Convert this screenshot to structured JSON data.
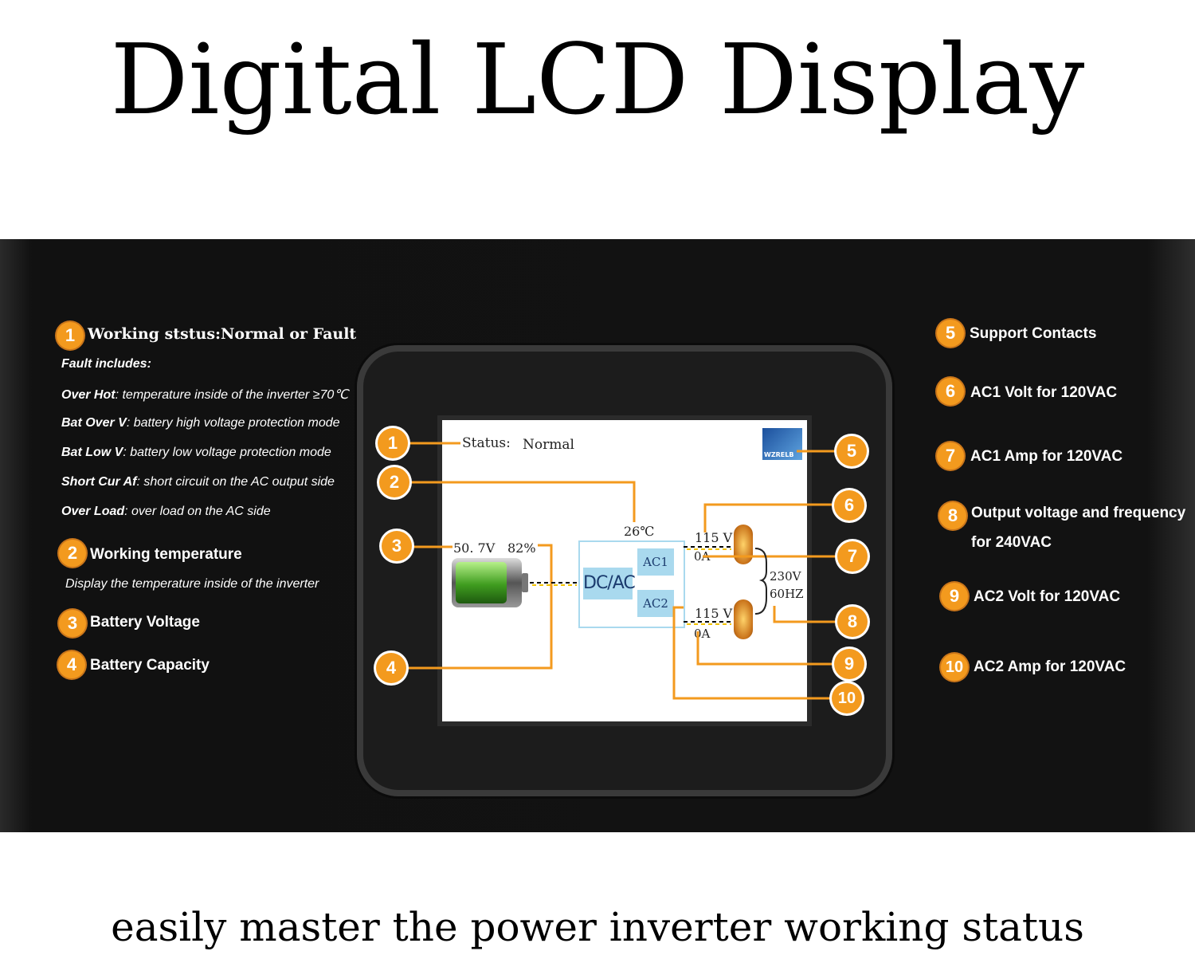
{
  "title": "Digital LCD Display",
  "subtitle": "easily master the power inverter working status",
  "left_legend": {
    "item1": {
      "num": "1",
      "label": "Working ststus:Normal or Fault"
    },
    "fault_header": "Fault includes:",
    "faults": [
      {
        "key": "Over Hot",
        "desc": ": temperature inside of the inverter ≥70℃"
      },
      {
        "key": "Bat Over V",
        "desc": ": battery high voltage protection mode"
      },
      {
        "key": "Bat Low V",
        "desc": ":  battery low voltage protection mode"
      },
      {
        "key": "Short Cur Af",
        "desc": ": short circuit on the AC output side"
      },
      {
        "key": "Over Load",
        "desc": ": over load on the AC side"
      }
    ],
    "item2": {
      "num": "2",
      "label": "Working temperature",
      "desc": "Display the temperature inside of the inverter"
    },
    "item3": {
      "num": "3",
      "label": "Battery Voltage"
    },
    "item4": {
      "num": "4",
      "label": "Battery  Capacity"
    }
  },
  "right_legend": [
    {
      "num": "5",
      "label": "Support Contacts",
      "label2": ""
    },
    {
      "num": "6",
      "label": "AC1 Volt for 120VAC",
      "label2": ""
    },
    {
      "num": "7",
      "label": "AC1 Amp  for 120VAC",
      "label2": ""
    },
    {
      "num": "8",
      "label": "Output voltage and frequency",
      "label2": "for 240VAC"
    },
    {
      "num": "9",
      "label": "AC2 Volt for 120VAC",
      "label2": ""
    },
    {
      "num": "10",
      "label": "AC2 Amp for 120VAC",
      "label2": ""
    }
  ],
  "lcd": {
    "status_label": "Status:",
    "status_value": "Normal",
    "temperature": "26℃",
    "battery_voltage": "50. 7V",
    "battery_capacity": "82%",
    "battery_level": 0.82,
    "dcac": "DC/AC",
    "ac1": "AC1",
    "ac2": "AC2",
    "ac1_volt": "115 V",
    "ac1_amp": "0A",
    "ac2_volt": "115 V",
    "ac2_amp": "0A",
    "out_volt": "230V",
    "out_freq": "60HZ",
    "logo_text": "WZRELB"
  },
  "callouts": [
    "1",
    "2",
    "3",
    "4",
    "5",
    "6",
    "7",
    "8",
    "9",
    "10"
  ],
  "colors": {
    "accent": "#f39a1e",
    "panel": "#111111",
    "lcd_box": "#a9d9ee",
    "battery": "#4caf2a"
  }
}
